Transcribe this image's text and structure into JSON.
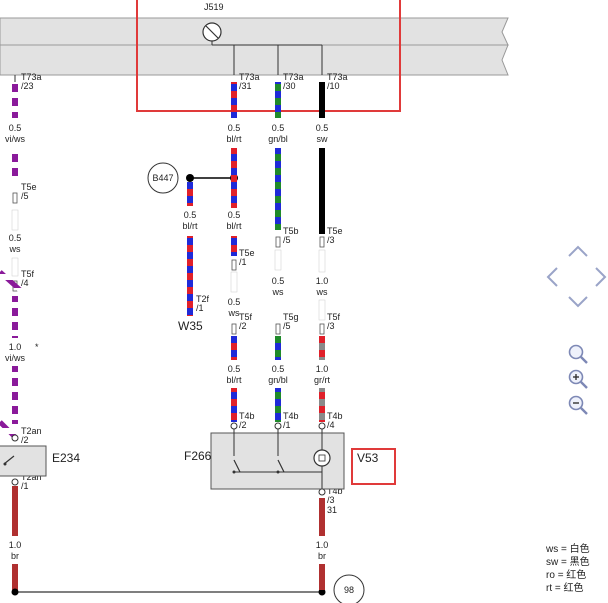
{
  "components": {
    "J519": "J519",
    "B447": "B447",
    "W35": "W35",
    "F266": "F266",
    "V53": "V53",
    "E234": "E234",
    "node98": "98"
  },
  "left_wire": [
    {
      "conn": "T73a",
      "pin": "/23"
    },
    {
      "size": "0.5",
      "color": "vi/ws"
    },
    {
      "conn": "T5e",
      "pin": "/5"
    },
    {
      "size": "0.5",
      "color": "ws"
    },
    {
      "conn": "T5f",
      "pin": "/4"
    },
    {
      "size": "1.0",
      "color": "vi/ws",
      "mark": "*"
    },
    {
      "conn": "T2an",
      "pin": "/2"
    },
    {
      "conn": "T2an",
      "pin": "/1"
    },
    {
      "size": "1.0",
      "color": "br"
    }
  ],
  "wire1": {
    "top_conn": "T73a",
    "top_pin": "/31",
    "top_size": "0.5",
    "top_color": "bl/rt",
    "b447_size": "0.5",
    "b447_color": "bl/rt",
    "mid_size": "0.5",
    "mid_color": "bl/rt",
    "t5e": "T5e",
    "t5e_pin": "/1",
    "low_size": "0.5",
    "low_color": "ws",
    "t5f": "T5f",
    "t5f_pin": "/2",
    "bot_size": "0.5",
    "bot_color": "bl/rt",
    "t4b": "T4b",
    "t4b_pin": "/2"
  },
  "w35_wire": {
    "t2f": "T2f",
    "t2f_pin": "/1"
  },
  "wire2": {
    "top_conn": "T73a",
    "top_pin": "/30",
    "top_size": "0.5",
    "top_color": "gn/bl",
    "t5b": "T5b",
    "t5b_pin": "/5",
    "mid_size": "0.5",
    "mid_color": "ws",
    "t5g": "T5g",
    "t5g_pin": "/5",
    "bot_size": "0.5",
    "bot_color": "gn/bl",
    "t4b": "T4b",
    "t4b_pin": "/1"
  },
  "wire3": {
    "top_conn": "T73a",
    "top_pin": "/10",
    "top_size": "0.5",
    "top_color": "sw",
    "t5e": "T5e",
    "t5e_pin": "/3",
    "mid_size": "1.0",
    "mid_color": "ws",
    "t5f": "T5f",
    "t5f_pin": "/3",
    "bot_size": "1.0",
    "bot_color": "gr/rt",
    "t4b": "T4b",
    "t4b_pin": "/4",
    "out_conn": "T4b",
    "out_pin": "/3",
    "out_num": "31",
    "br_size": "1.0",
    "br_color": "br"
  },
  "legend": [
    {
      "code": "ws",
      "meaning": "= 白色"
    },
    {
      "code": "sw",
      "meaning": "= 黑色"
    },
    {
      "code": "ro",
      "meaning": "= 红色"
    },
    {
      "code": "rt",
      "meaning": "= 红色"
    }
  ],
  "nav_icons": [
    "arrow-up-icon",
    "arrow-left-icon",
    "arrow-right-icon",
    "arrow-down-icon",
    "zoom-icon",
    "zoom-in-icon",
    "zoom-out-icon"
  ],
  "colors": {
    "highlight": "#e03a3a",
    "bus_fill": "#e2e2e2",
    "blue": "#1f2ad8",
    "red": "#e0202a",
    "green": "#1f8a2a",
    "violet": "#8a1a9a",
    "brown": "#b03030",
    "grey": "#8a8a8a",
    "black": "#000000"
  }
}
